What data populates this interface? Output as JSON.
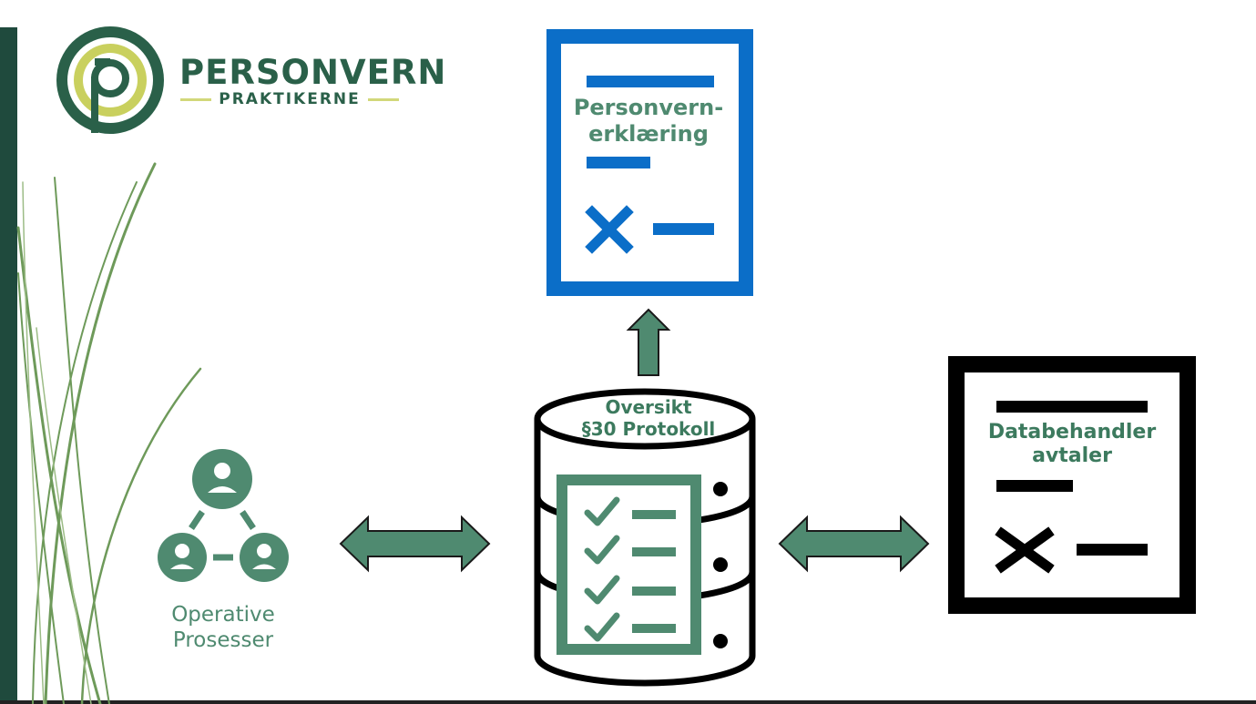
{
  "logo": {
    "title": "PERSONVERN",
    "subtitle": "PRAKTIKERNE",
    "letter": "P"
  },
  "nodes": {
    "privacy_statement": {
      "line1": "Personvern-",
      "line2": "erklæring"
    },
    "overview": {
      "line1": "Oversikt",
      "line2": "§30 Protokoll"
    },
    "dpa": {
      "line1": "Databehandler",
      "line2": "avtaler"
    },
    "operations": {
      "line1": "Operative",
      "line2": "Prosesser"
    }
  },
  "colors": {
    "green": "#4f8a70",
    "dark_green": "#1f4a3d",
    "blue": "#0b6ec8",
    "black": "#000000",
    "lime": "#c9d05e"
  },
  "icons": [
    "document-icon",
    "database-icon",
    "checklist-icon",
    "people-network-icon",
    "double-arrow-icon",
    "up-arrow-icon",
    "grass-decoration"
  ]
}
